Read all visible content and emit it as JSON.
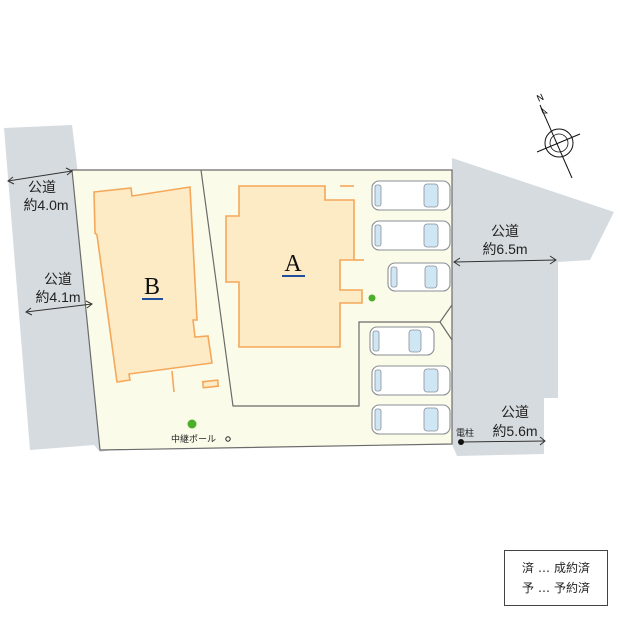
{
  "site_plan": {
    "lots": [
      {
        "id": "A",
        "label": "A",
        "status": ""
      },
      {
        "id": "B",
        "label": "B",
        "status": ""
      }
    ],
    "underline_color": "#1f4e9c",
    "roads": [
      {
        "name": "west-upper",
        "label_line1": "公道",
        "label_line2": "約4.0m"
      },
      {
        "name": "west-lower",
        "label_line1": "公道",
        "label_line2": "約4.1m"
      },
      {
        "name": "east-upper",
        "label_line1": "公道",
        "label_line2": "約6.5m"
      },
      {
        "name": "east-lower",
        "label_line1": "公道",
        "label_line2": "約5.6m"
      }
    ],
    "annotations": {
      "utility_pole": "電柱",
      "relay_pole": "中継ポール",
      "north": "N"
    },
    "parking_spaces": 6
  },
  "legend": {
    "rows": [
      {
        "symbol": "済",
        "sep": "…",
        "meaning": "成約済"
      },
      {
        "symbol": "予",
        "sep": "…",
        "meaning": "予約済"
      }
    ]
  },
  "colors": {
    "road": "#d6dbdf",
    "site": "#fbfbea",
    "house_fill": "#fdebc6",
    "house_outline": "#f5a85a",
    "tree": "#4caf2a"
  }
}
